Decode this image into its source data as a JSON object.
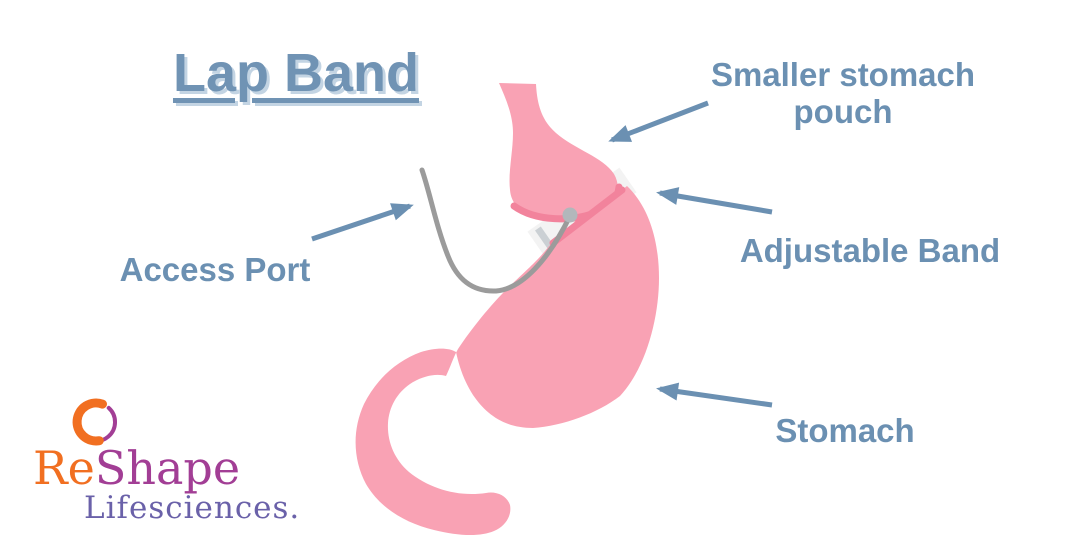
{
  "title": "Lap Band",
  "annotations": {
    "pouch_label": "Smaller stomach pouch",
    "band_label": "Adjustable Band",
    "access_port_label": "Access Port",
    "stomach_label": "Stomach"
  },
  "logo": {
    "name_part1": "Re",
    "name_part2": "Shape",
    "name_line2": "Lifesciences."
  },
  "icons": {
    "logo_swirl": "dual-arc-open-circle",
    "arrows": "straight-line-with-triangle-head"
  },
  "colors": {
    "label_blue": "#6B90B2",
    "title_blue": "#7093B4",
    "title_shadow": "#C3D4E3",
    "stomach_pink": "#F9A2B4",
    "stomach_pink_dark": "#F2839C",
    "band_white": "#F3F3F3",
    "band_stripe": "#CBD0D4",
    "tube_gray": "#9B9B9B",
    "port_gray": "#B2B7BB",
    "logo_orange": "#F16F21",
    "logo_purple": "#A23E95",
    "logo_violet": "#6A61A9",
    "bg": "#FFFFFF"
  }
}
